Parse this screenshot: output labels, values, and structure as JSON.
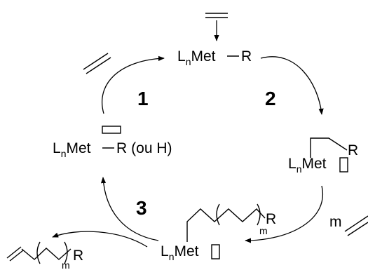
{
  "species": {
    "top": {
      "L": "L",
      "n": "n",
      "Met": "Met",
      "R": "R"
    },
    "left": {
      "L": "L",
      "n": "n",
      "Met": "Met",
      "R": "R",
      "note": "(ou H)"
    },
    "right": {
      "L": "L",
      "n": "n",
      "Met": "Met",
      "R": "R"
    },
    "bottom": {
      "L": "L",
      "n": "n",
      "Met": "Met",
      "m": "m",
      "R": "R"
    },
    "product": {
      "m": "m",
      "R": "R"
    }
  },
  "steps": {
    "s1": "1",
    "s2": "2",
    "s3": "3"
  },
  "monomer_count": "m"
}
